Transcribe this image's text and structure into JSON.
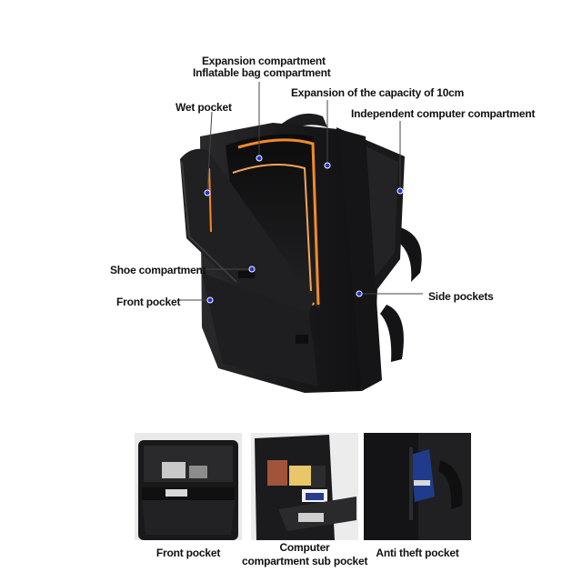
{
  "callouts": {
    "expansion_compartment": "Expansion compartment",
    "inflatable_bag_compartment": "Inflatable bag compartment",
    "wet_pocket": "Wet pocket",
    "expansion_capacity": "Expansion of the capacity of 10cm",
    "independent_computer_compartment": "Independent computer compartment",
    "shoe_compartment": "Shoe compartment",
    "front_pocket": "Front pocket",
    "side_pockets": "Side pockets"
  },
  "thumbnails": [
    {
      "caption": "Front pocket"
    },
    {
      "caption_line1": "Computer",
      "caption_line2": "compartment sub pocket"
    },
    {
      "caption": "Anti theft pocket"
    }
  ],
  "colors": {
    "bag_body": "#1b1b1d",
    "bag_highlight": "#3a3a3e",
    "zipper_accent": "#f08a2a",
    "callout_dot": "#2233dd",
    "callout_line": "#444444"
  }
}
